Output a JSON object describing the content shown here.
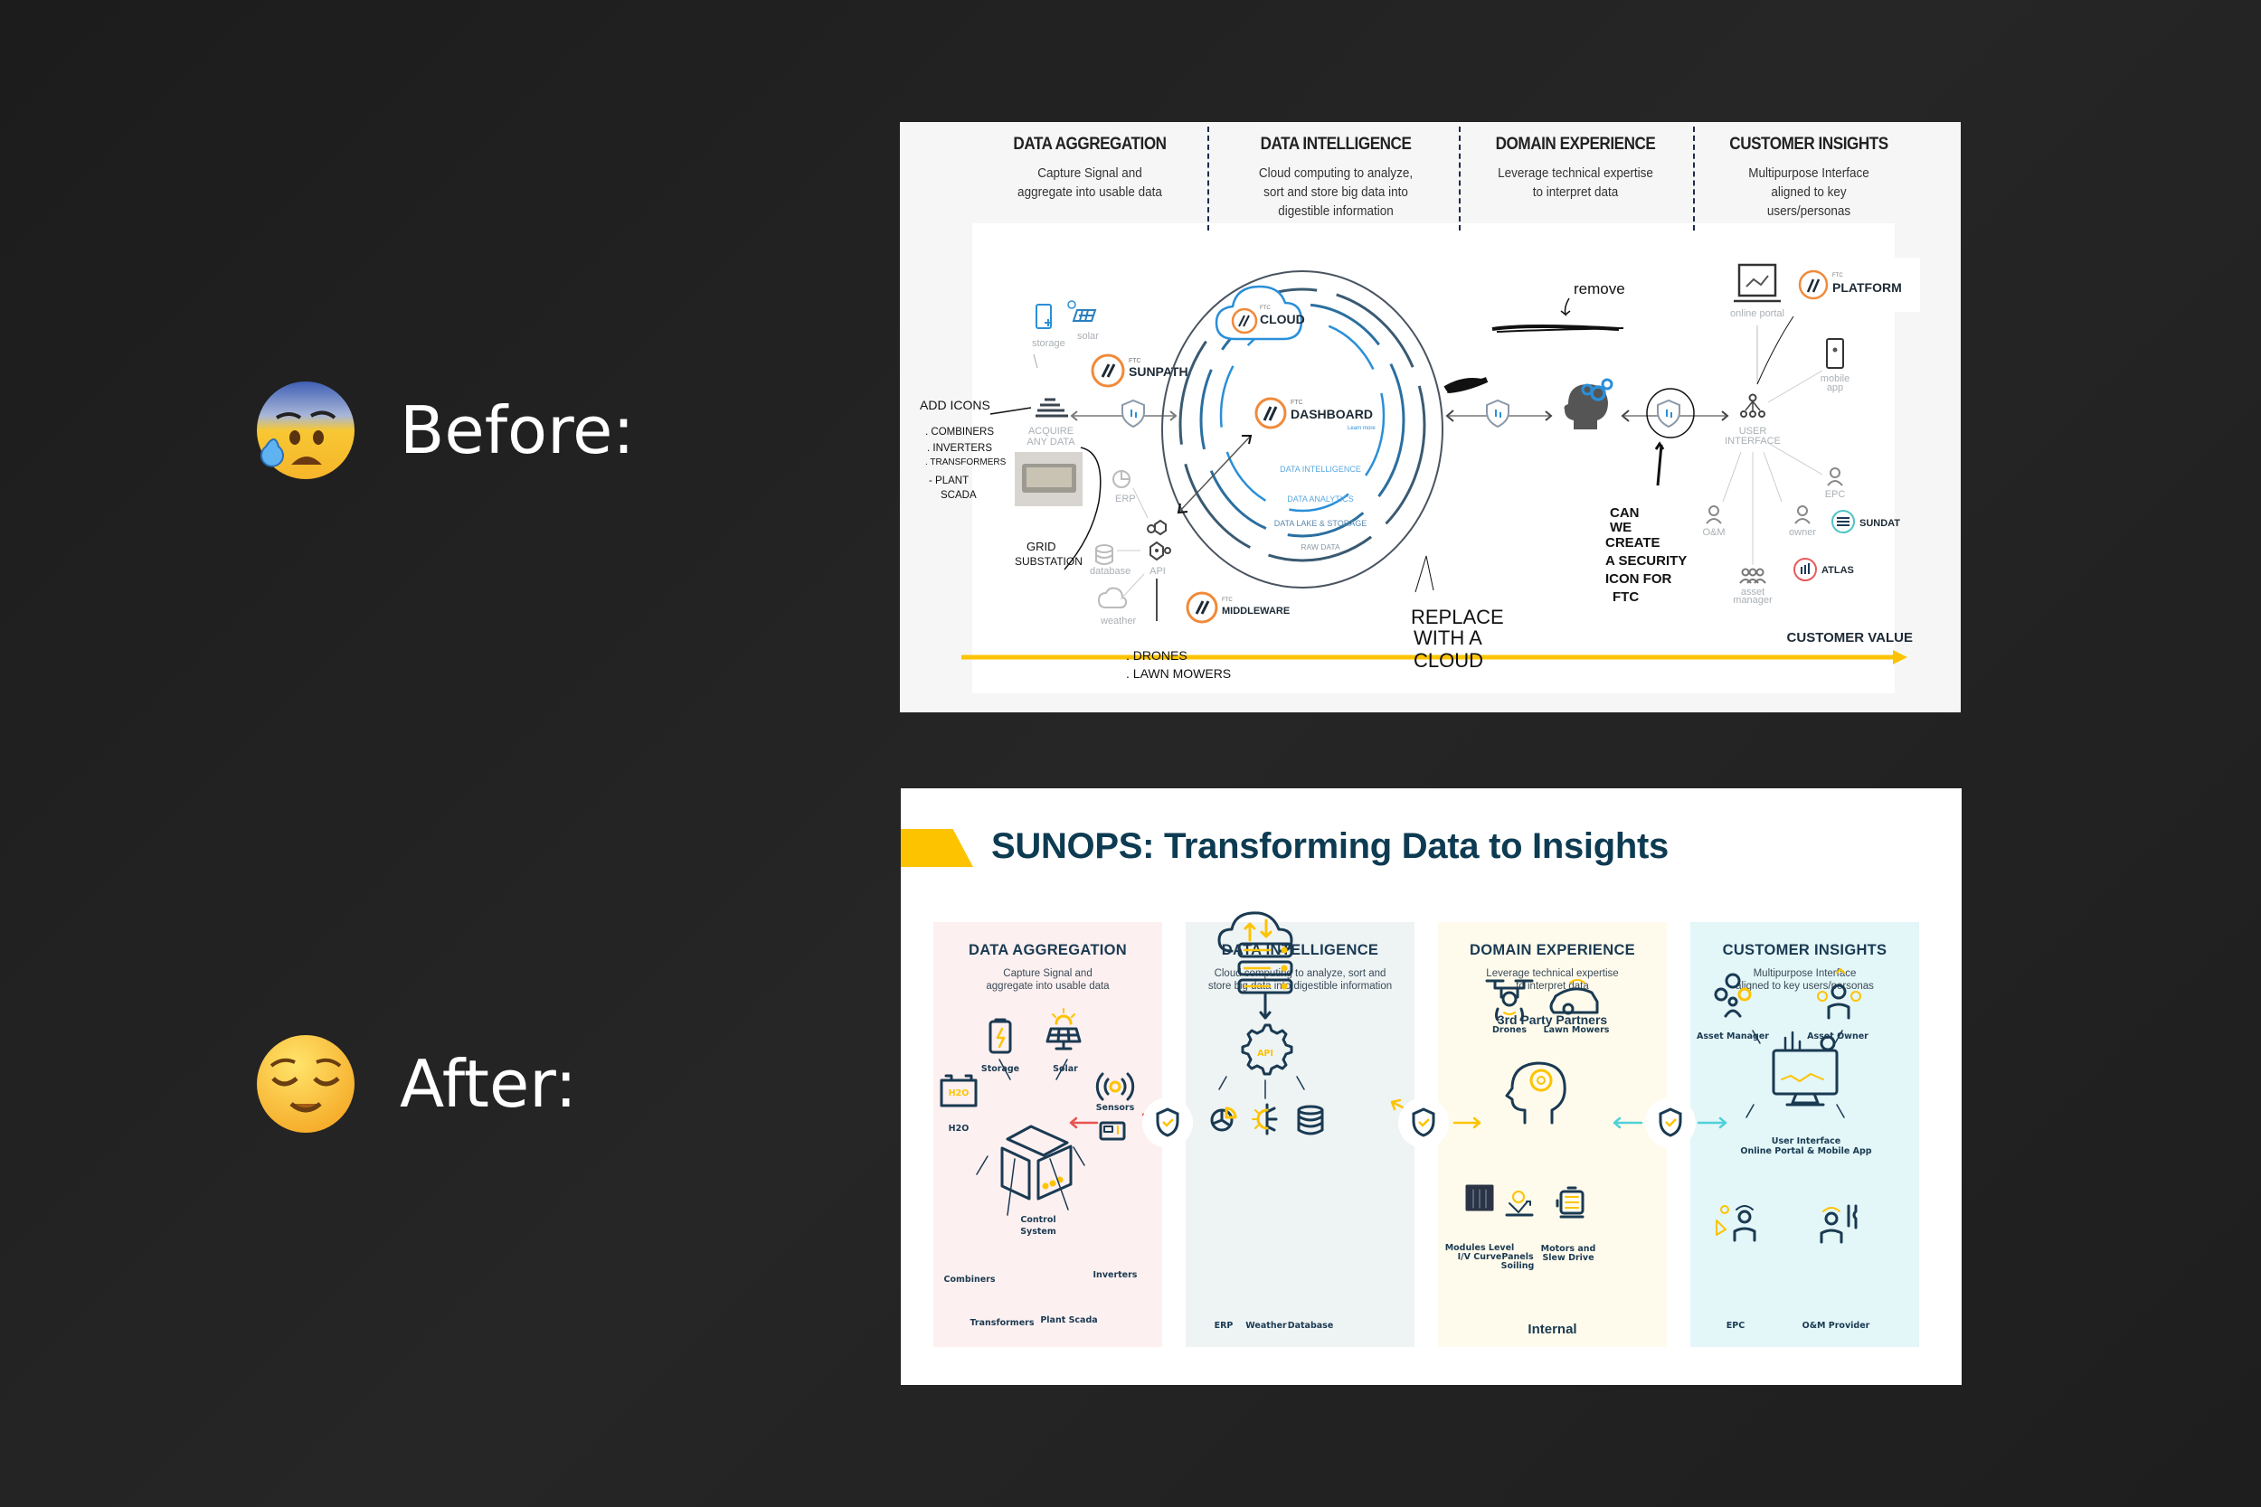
{
  "labels": {
    "before": "Before:",
    "after": "After:",
    "before_emoji": "anxious-face-with-sweat",
    "after_emoji": "relieved-face"
  },
  "before": {
    "columns": [
      {
        "title": "DATA AGGREGATION",
        "desc": [
          "Capture Signal and",
          "aggregate into usable data"
        ]
      },
      {
        "title": "DATA INTELLIGENCE",
        "desc": [
          "Cloud computing to analyze,",
          "sort and store big data into",
          "digestible information"
        ]
      },
      {
        "title": "DOMAIN EXPERIENCE",
        "desc": [
          "Leverage technical expertise",
          "to interpret data"
        ]
      },
      {
        "title": "CUSTOMER INSIGHTS",
        "desc": [
          "Multipurpose Interface",
          "aligned to key",
          "users/personas"
        ]
      }
    ],
    "sources": {
      "storage": "storage",
      "solar": "solar",
      "acquire": [
        "ACQUIRE",
        "ANY DATA"
      ],
      "erp": "ERP",
      "database": "database",
      "weather": "weather",
      "api": "API"
    },
    "products": {
      "prefix": "FTC",
      "sunpath": "SUNPATH",
      "cloud": "CLOUD",
      "dashboard": "DASHBOARD",
      "dashboard_link": "Learn more",
      "middleware": "MIDDLEWARE",
      "platform": "PLATFORM",
      "sundat": "SUNDAT",
      "atlas": "ATLAS"
    },
    "layers": [
      "DATA INTELLIGENCE",
      "DATA ANALYTICS",
      "DATA LAKE & STORAGE",
      "RAW DATA"
    ],
    "ui": {
      "online_portal": "online portal",
      "mobile_app": [
        "mobile",
        "app"
      ],
      "user_interface": [
        "USER",
        "INTERFACE"
      ],
      "epc": "EPC",
      "om": "O&M",
      "owner": "owner",
      "asset_manager": [
        "asset",
        "manager"
      ]
    },
    "customer_value": "CUSTOMER VALUE",
    "annotations": {
      "add_icons": "ADD ICONS",
      "add_icons_list": [
        ". COMBINERS",
        ". INVERTERS",
        ". TRANSFORMERS",
        "- PLANT",
        "SCADA"
      ],
      "grid": [
        "GRID",
        "SUBSTATION"
      ],
      "drones": [
        ". DRONES",
        ". LAWN MOWERS"
      ],
      "replace": [
        "REPLACE",
        "WITH A",
        "CLOUD"
      ],
      "remove": "remove",
      "security": [
        "CAN",
        "WE",
        "CREATE",
        "A SECURITY",
        "ICON FOR",
        "FTC"
      ]
    }
  },
  "after": {
    "title": "SUNOPS: Transforming Data to Insights",
    "colors": {
      "navy": "#1a3a52",
      "yellow": "#fdc300",
      "red": "#e8534f",
      "cyan": "#4fd1d9"
    },
    "columns": [
      {
        "title": "DATA AGGREGATION",
        "desc": [
          "Capture Signal and",
          "aggregate into usable data"
        ]
      },
      {
        "title": "DATA INTELLIGENCE",
        "desc": [
          "Cloud computing to analyze, sort and",
          "store big data into digestible information"
        ]
      },
      {
        "title": "DOMAIN EXPERIENCE",
        "desc": [
          "Leverage technical expertise",
          "to interpret data"
        ]
      },
      {
        "title": "CUSTOMER INSIGHTS",
        "desc": [
          "Multipurpose Interface",
          "aligned to key users/personas"
        ]
      }
    ],
    "aggregation": {
      "storage": "Storage",
      "solar": "Solar",
      "h2o": "H2O",
      "sensors": "Sensors",
      "control": [
        "Control",
        "System"
      ],
      "combiners": "Combiners",
      "transformers": "Transformers",
      "plant_scada": "Plant Scada",
      "inverters": "Inverters"
    },
    "intelligence": {
      "api": "API",
      "erp": "ERP",
      "weather": "Weather",
      "database": "Database"
    },
    "domain": {
      "partners_heading": "3rd Party Partners",
      "drones": "Drones",
      "lawn_mowers": "Lawn Mowers",
      "modules": [
        "Modules Level",
        "I/V Curve"
      ],
      "panels": [
        "Panels",
        "Soiling"
      ],
      "motors": [
        "Motors and",
        "Slew Drive"
      ],
      "internal": "Internal"
    },
    "insights": {
      "asset_manager": "Asset Manager",
      "asset_owner": "Asset Owner",
      "ui": "User Interface",
      "ui_sub": "Online Portal & Mobile App",
      "epc": "EPC",
      "om": "O&M Provider"
    }
  }
}
